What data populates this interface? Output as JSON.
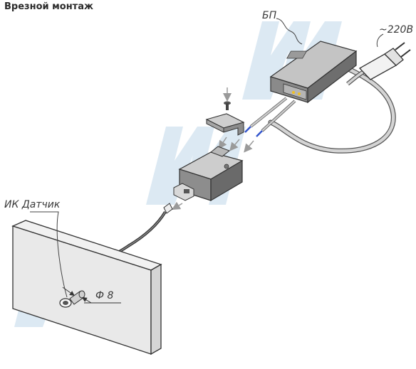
{
  "header": {
    "title": "Врезной монтаж"
  },
  "labels": {
    "power_supply": "БП",
    "voltage": "~220В",
    "sensor": "ИК Датчик",
    "diameter": "Ф 8"
  },
  "colors": {
    "watermark": "#d6e6f2",
    "device_dark": "#7d7d7d",
    "device_light": "#a9a9a9",
    "panel": "#e9e9e9",
    "cable": "#d2d2d2"
  }
}
